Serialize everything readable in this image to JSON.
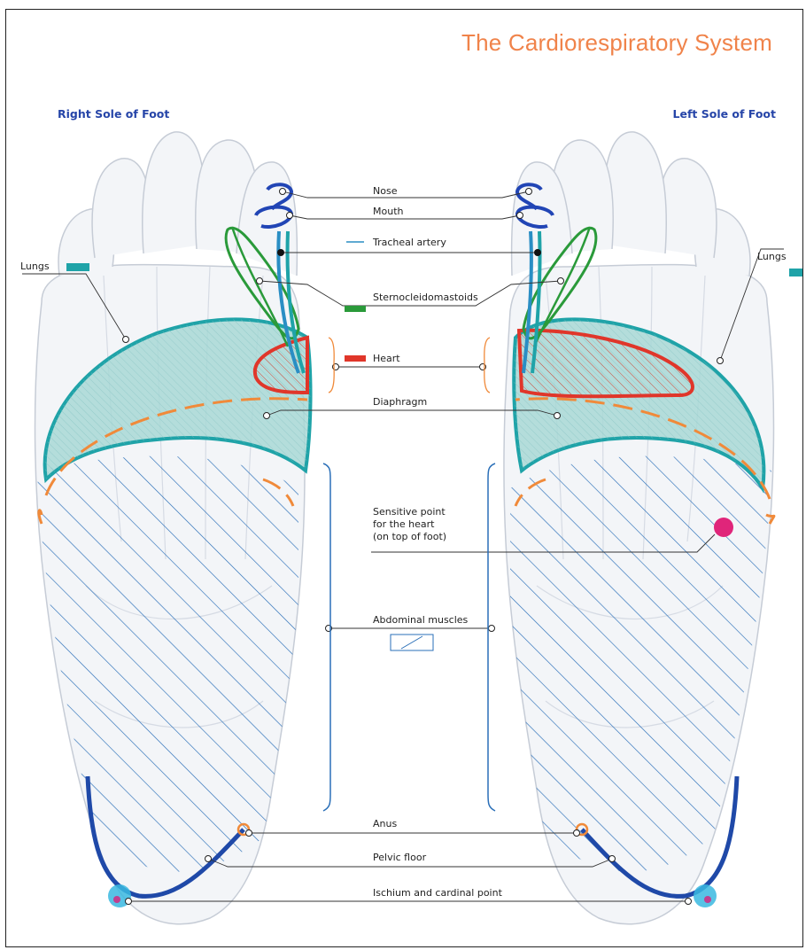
{
  "title": "The Cardiorespiratory System",
  "right_foot_title": "Right Sole of Foot",
  "left_foot_title": "Left Sole of Foot",
  "labels": {
    "nose": "Nose",
    "mouth": "Mouth",
    "tracheal_artery": "Tracheal artery",
    "sternocleidomastoids": "Sternocleidomastoids",
    "heart": "Heart",
    "diaphragm": "Diaphragm",
    "sensitive_point_1": "Sensitive point",
    "sensitive_point_2": "for the heart",
    "sensitive_point_3": "(on top of foot)",
    "abdominal_muscles": "Abdominal muscles",
    "anus": "Anus",
    "pelvic_floor": "Pelvic floor",
    "ischium": "Ischium and cardinal point",
    "lungs_right": "Lungs",
    "lungs_left": "Lungs"
  },
  "colors": {
    "title": "#f0834a",
    "foot_title": "#2645a8",
    "lungs": "#1fa3a8",
    "lung_fill": "#9fd4d4",
    "heart": "#e0362a",
    "diaphragm": "#f08a3a",
    "sternocleidomastoids": "#2a9a3a",
    "trachea": "#2a8ec4",
    "nose_mouth": "#2145b5",
    "abdominal": "#2a6fb8",
    "pelvic_floor": "#1f49a8",
    "sensitive_point": "#e0257a",
    "ischium": "#3ab8e0"
  }
}
